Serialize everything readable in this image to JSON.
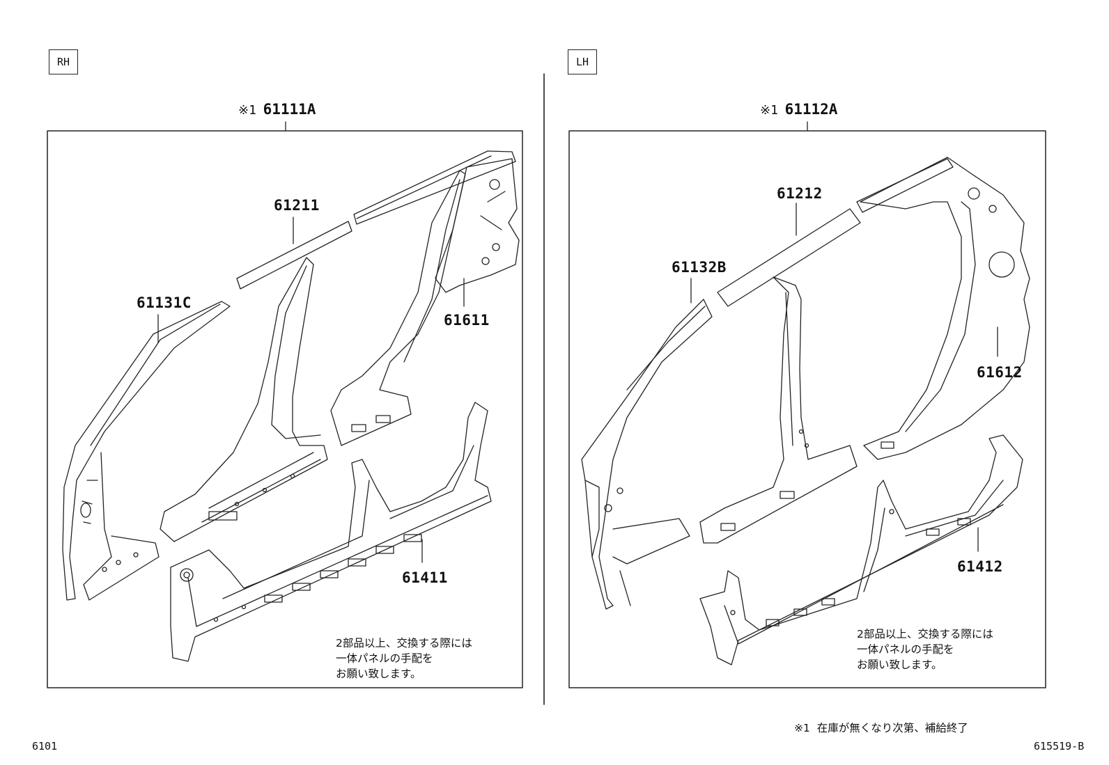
{
  "panels": {
    "rh": {
      "tag": "RH",
      "assembly_mark": "※1",
      "assembly_code": "61111A",
      "parts": {
        "roof_rail": "61211",
        "front_pillar": "61131C",
        "quarter_panel": "61611",
        "rocker": "61411"
      },
      "note": "2部品以上、交換する際には\n一体パネルの手配を\nお願い致します。"
    },
    "lh": {
      "tag": "LH",
      "assembly_mark": "※1",
      "assembly_code": "61112A",
      "parts": {
        "roof_rail": "61212",
        "front_pillar": "61132B",
        "quarter_panel": "61612",
        "rocker": "61412"
      },
      "note": "2部品以上、交換する際には\n一体パネルの手配を\nお願い致します。"
    }
  },
  "footnote": "※1  在庫が無くなり次第、補給終了",
  "page_code": "6101",
  "figure_code": "615519-B"
}
